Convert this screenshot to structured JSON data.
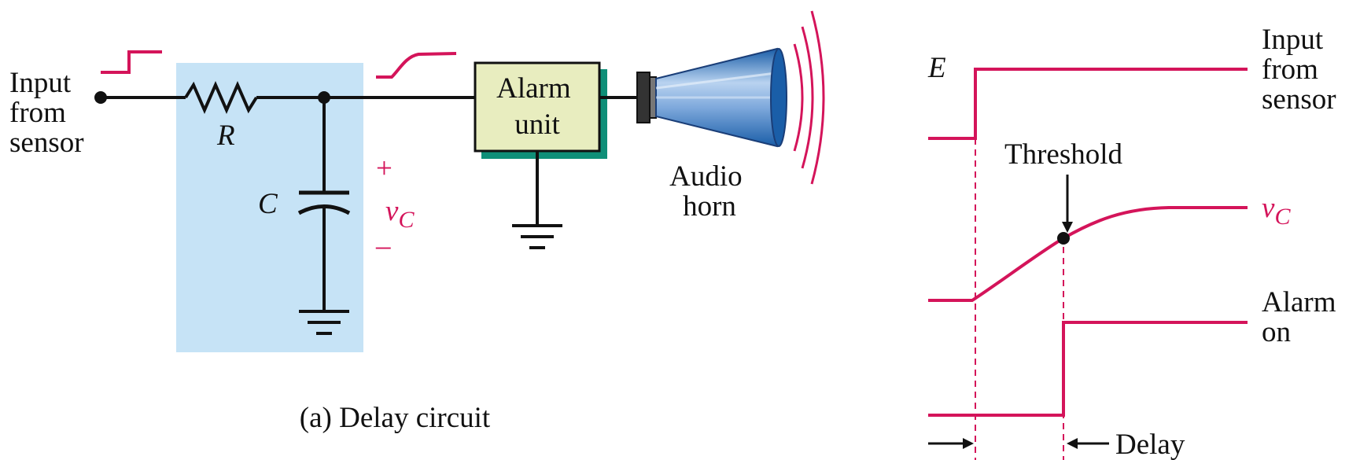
{
  "colors": {
    "wire": "#111111",
    "signal": "#d4145a",
    "rc_box": "#c6e3f6",
    "alarm_fill": "#e8edbf",
    "alarm_shadow": "#0f8f78",
    "horn_dark": "#1a5ea8",
    "horn_light": "#b9d3f0"
  },
  "circuit": {
    "input_label": [
      "Input",
      "from",
      "sensor"
    ],
    "resistor_label": "R",
    "capacitor_label": "C",
    "vc_plus": "+",
    "vc_label": "v",
    "vc_sub": "C",
    "vc_minus": "–",
    "alarm_label": [
      "Alarm",
      "unit"
    ],
    "horn_label": [
      "Audio",
      "horn"
    ],
    "caption": "(a)  Delay circuit",
    "icons": [
      "resistor-icon",
      "capacitor-icon",
      "ground-icon",
      "horn-icon",
      "step-waveform-icon",
      "ramp-waveform-icon"
    ]
  },
  "timing": {
    "e_label": "E",
    "input_label": [
      "Input",
      "from",
      "sensor"
    ],
    "threshold_label": "Threshold",
    "vc_label": "v",
    "vc_sub": "C",
    "alarm_label": [
      "Alarm",
      "on"
    ],
    "delay_label": "Delay"
  }
}
